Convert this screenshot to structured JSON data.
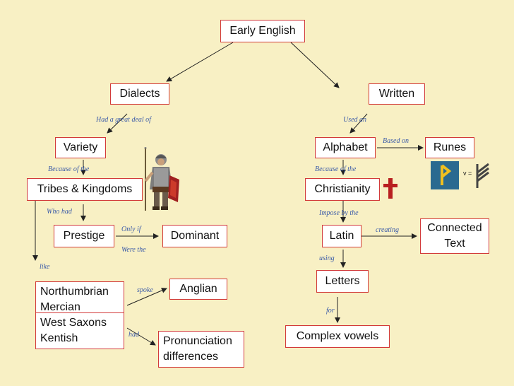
{
  "concept_map": {
    "nodes": {
      "early_english": "Early English",
      "dialects": "Dialects",
      "written": "Written",
      "variety": "Variety",
      "alphabet": "Alphabet",
      "runes": "Runes",
      "tribes": "Tribes & Kingdoms",
      "christianity": "Christianity",
      "prestige": "Prestige",
      "dominant": "Dominant",
      "latin": "Latin",
      "connected_text": "Connected Text",
      "letters": "Letters",
      "anglian": "Anglian",
      "pronunciation": "Pronunciation differences",
      "complex_vowels": "Complex vowels",
      "dialect_list": [
        "Northumbrian",
        "Mercian",
        "West Saxons",
        "Kentish"
      ]
    },
    "links": {
      "had_great_deal": "Had a great deal of",
      "used_an": "Used an",
      "based_on": "Based on",
      "because_of_left": "Because of the",
      "because_of_right": "Because of the",
      "who_had": "Who had",
      "only_if": "Only if",
      "were_the": "Were the",
      "impose_by": "Impose by the",
      "creating": "creating",
      "using": "using",
      "like": "like",
      "spoke": "spoke",
      "had": "had",
      "for": "for"
    },
    "rune_image": {
      "equals_text": "v ="
    },
    "colors": {
      "background": "#f8f0c4",
      "node_border": "#d23a3a",
      "link_text": "#3a5aa8",
      "cross": "#b82020"
    }
  }
}
